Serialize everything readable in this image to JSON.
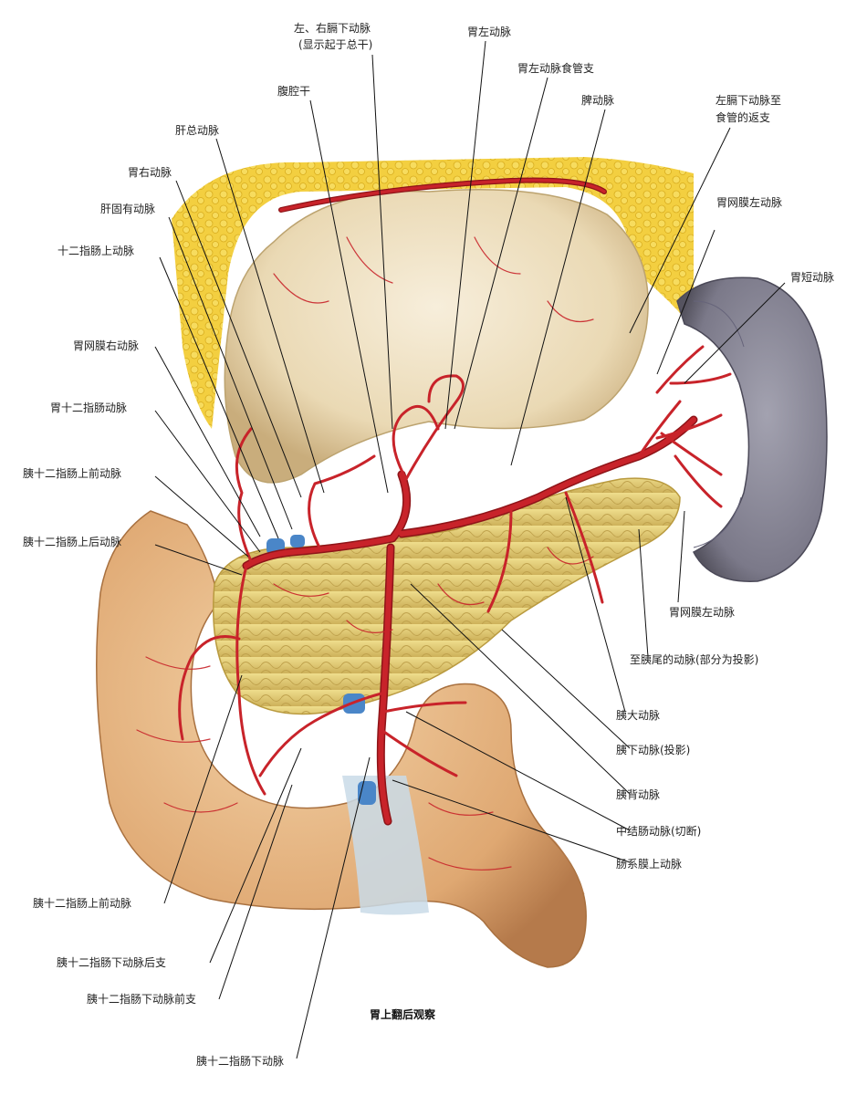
{
  "caption": "胃上翻后观察",
  "labels": {
    "zuo_you_ge_xia_1": "左、右膈下动脉",
    "zuo_you_ge_xia_2": "(显示起于总干)",
    "wei_zuo": "胃左动脉",
    "wei_zuo_shiguan": "胃左动脉食管支",
    "fuqiang_gan": "腹腔干",
    "pi": "脾动脉",
    "zuo_gexia_fanzhi_1": "左膈下动脉至",
    "zuo_gexia_fanzhi_2": "食管的返支",
    "gan_zong": "肝总动脉",
    "wei_you": "胃右动脉",
    "gan_guyou": "肝固有动脉",
    "wei_wangmo_zuo_top": "胃网膜左动脉",
    "shierzhi_shang": "十二指肠上动脉",
    "wei_duan": "胃短动脉",
    "wei_wangmo_you": "胃网膜右动脉",
    "wei_shierzhi": "胃十二指肠动脉",
    "yi_shierzhi_shang_qian_top": "胰十二指肠上前动脉",
    "yi_shierzhi_shang_hou": "胰十二指肠上后动脉",
    "wei_wangmo_zuo_bottom": "胃网膜左动脉",
    "zhi_yiwei": "至胰尾的动脉(部分为投影)",
    "yi_da": "胰大动脉",
    "yi_xia": "胰下动脉(投影)",
    "yi_bei": "胰背动脉",
    "zhong_jiechang": "中结肠动脉(切断)",
    "changximo_shang": "肠系膜上动脉",
    "yi_shierzhi_shang_qian_bottom": "胰十二指肠上前动脉",
    "yi_shierzhi_xia_hou": "胰十二指肠下动脉后支",
    "yi_shierzhi_xia_qian": "胰十二指肠下动脉前支",
    "yi_shierzhi_xia": "胰十二指肠下动脉"
  },
  "colors": {
    "artery": "#c8232a",
    "artery_dark": "#8e1418",
    "stomach": "#efe3c6",
    "stomach_shade": "#d8c39a",
    "pancreas": "#e6d07a",
    "pancreas_shade": "#c9ad52",
    "fat": "#f1c93a",
    "duodenum": "#e9bf8c",
    "duodenum_shade": "#c98f5c",
    "spleen": "#8c8a99",
    "spleen_dark": "#5d5b6b",
    "vein": "#4a86c8",
    "leader_line": "#111111"
  }
}
